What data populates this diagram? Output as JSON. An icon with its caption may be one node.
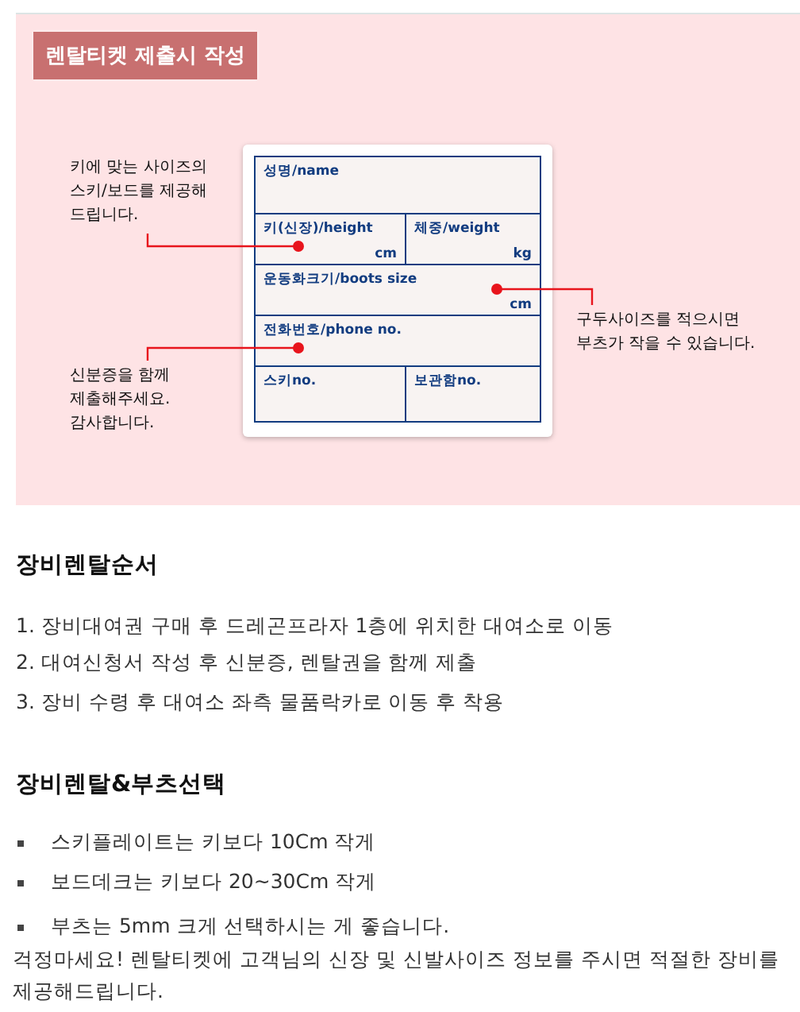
{
  "diagram": {
    "nodes": [
      {
        "text": [
          "렌탈티켓 제출시 작성"
        ]
      },
      {
        "text": [
          "키에 맞는 사이즈의 스키/보드를 제공해 드립니다."
        ]
      },
      {
        "text": [],
        "shape": "box"
      },
      {
        "text": [
          "성명/name"
        ],
        "in": 2
      },
      {
        "text": [
          "키(신장)/height",
          "cm"
        ],
        "in": 2
      },
      {
        "text": [
          "체중/weight",
          "kg"
        ],
        "in": 2
      },
      {
        "text": [
          "운동화크기/boots size",
          "cm"
        ],
        "in": 2
      },
      {
        "text": [
          "전화번호/phone no."
        ],
        "in": 2
      },
      {
        "text": [
          "스키no."
        ],
        "in": 2
      },
      {
        "text": [
          "보관함no."
        ],
        "in": 2
      },
      {
        "text": [
          "구두사이즈를 적으시면 부츠가 작을 수 있습니다."
        ]
      },
      {
        "text": [
          "신분증을 함께 제출해주세요. 감사합니다."
        ]
      }
    ],
    "edges": [
      {
        "from": 1,
        "to": 4,
        "arrow": "other",
        "color": "#e8141c"
      },
      {
        "from": 10,
        "to": 6,
        "arrow": "other",
        "color": "#e8141c"
      },
      {
        "from": 11,
        "to": 7,
        "arrow": "other",
        "color": "#e8141c"
      }
    ],
    "labels": [
      "장비렌탈순서",
      "1. 장비대여권 구매 후 드레곤프라자 1층에 위치한 대여소로 이동",
      "2. 대여신청서 작성 후 신분증, 렌탈권을 함께 제출",
      "3. 장비 수령 후 대여소 좌측 물품락카로 이동 후 착용",
      "장비렌탈&부츠선택",
      "스키플레이트는 키보다 10Cm 작게",
      "보드데크는 키보다 20~30Cm 작게",
      "부츠는 5mm 크게 선택하시는 게 좋습니다.",
      "걱정마세요! 렌탈티켓에 고객님의 신장 및 신발사이즈 정보를 주시면 적절한 장비를 제공해드립니다."
    ]
  }
}
